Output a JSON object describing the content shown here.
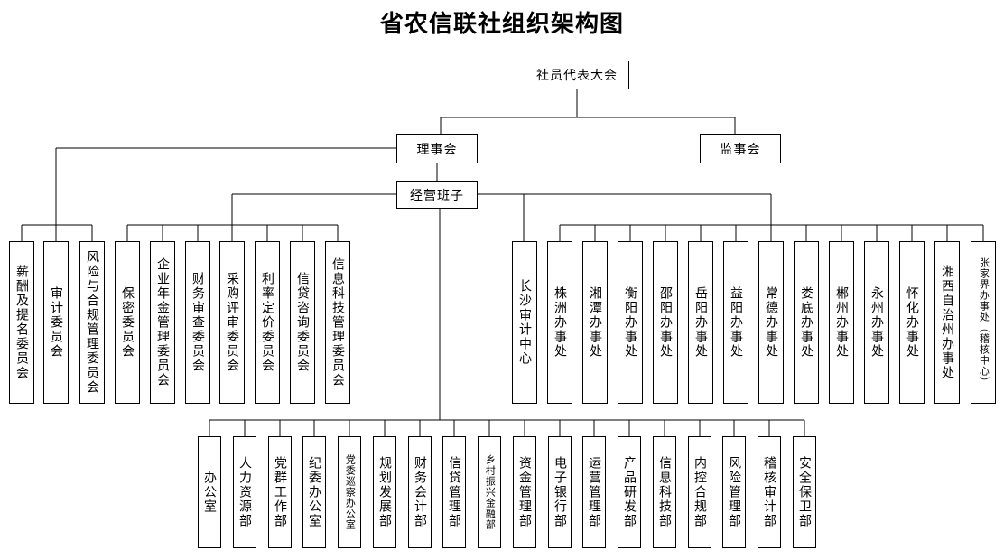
{
  "title": "省农信联社组织架构图",
  "nodes": {
    "assembly": "社员代表大会",
    "board": "理事会",
    "supervisors": "监事会",
    "management": "经营班子"
  },
  "board_committees": [
    "薪酬及提名委员会",
    "审计委员会",
    "风险与合规管理委员会"
  ],
  "management_committees": [
    "保密委员会",
    "企业年金管理委员会",
    "财务审查委员会",
    "采购评审委员会",
    "利率定价委员会",
    "信贷咨询委员会",
    "信息科技管理委员会"
  ],
  "audit_center": "长沙审计中心",
  "offices": [
    "株洲办事处",
    "湘潭办事处",
    "衡阳办事处",
    "邵阳办事处",
    "岳阳办事处",
    "益阳办事处",
    "常德办事处",
    "娄底办事处",
    "郴州办事处",
    "永州办事处",
    "怀化办事处",
    "湘西自治州办事处",
    "张家界办事处（稽核中心）"
  ],
  "departments": [
    "办公室",
    "人力资源部",
    "党群工作部",
    "纪委办公室",
    "党委巡察办公室",
    "规划发展部",
    "财务会计部",
    "信贷管理部",
    "乡村振兴金融部",
    "资金管理部",
    "电子银行部",
    "运营管理部",
    "产品研发部",
    "信息科技部",
    "内控合规部",
    "风险管理部",
    "稽核审计部",
    "安全保卫部"
  ]
}
